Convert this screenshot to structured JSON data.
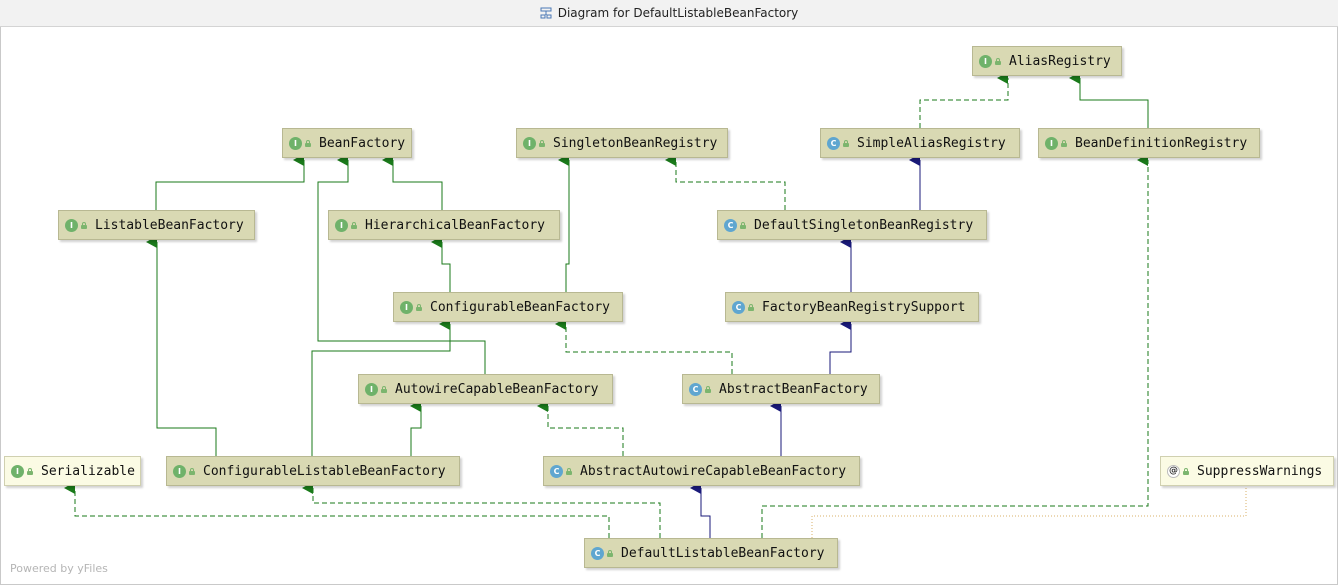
{
  "window": {
    "title": "Diagram for DefaultListableBeanFactory",
    "footer": "Powered by yFiles"
  },
  "colors": {
    "interface_edge": "#1a7a1a",
    "class_edge": "#1a1a7a",
    "dependency_edge": "#d9b06a",
    "node_fill": "#d9d9b3",
    "node_fill_light": "#fbfbe4"
  },
  "nodes": [
    {
      "id": "alias",
      "label": "AliasRegistry",
      "kind": "interface",
      "badge": "I"
    },
    {
      "id": "beanfactory",
      "label": "BeanFactory",
      "kind": "interface",
      "badge": "I"
    },
    {
      "id": "singleton",
      "label": "SingletonBeanRegistry",
      "kind": "interface",
      "badge": "I"
    },
    {
      "id": "simplealias",
      "label": "SimpleAliasRegistry",
      "kind": "class",
      "badge": "C"
    },
    {
      "id": "beandef",
      "label": "BeanDefinitionRegistry",
      "kind": "interface",
      "badge": "I"
    },
    {
      "id": "listable",
      "label": "ListableBeanFactory",
      "kind": "interface",
      "badge": "I"
    },
    {
      "id": "hierarchical",
      "label": "HierarchicalBeanFactory",
      "kind": "interface",
      "badge": "I"
    },
    {
      "id": "defsingleton",
      "label": "DefaultSingletonBeanRegistry",
      "kind": "class",
      "badge": "C"
    },
    {
      "id": "configurable",
      "label": "ConfigurableBeanFactory",
      "kind": "interface",
      "badge": "I"
    },
    {
      "id": "factorybean",
      "label": "FactoryBeanRegistrySupport",
      "kind": "class",
      "badge": "C"
    },
    {
      "id": "autowire",
      "label": "AutowireCapableBeanFactory",
      "kind": "interface",
      "badge": "I"
    },
    {
      "id": "abstractbf",
      "label": "AbstractBeanFactory",
      "kind": "class",
      "badge": "C"
    },
    {
      "id": "serializable",
      "label": "Serializable",
      "kind": "interface",
      "badge": "I"
    },
    {
      "id": "conflistable",
      "label": "ConfigurableListableBeanFactory",
      "kind": "interface",
      "badge": "I"
    },
    {
      "id": "abstractauto",
      "label": "AbstractAutowireCapableBeanFactory",
      "kind": "class",
      "badge": "C"
    },
    {
      "id": "suppress",
      "label": "SuppressWarnings",
      "kind": "annotation",
      "badge": "@"
    },
    {
      "id": "deflistable",
      "label": "DefaultListableBeanFactory",
      "kind": "class",
      "badge": "C"
    }
  ],
  "edges": [
    {
      "from": "simplealias",
      "to": "alias",
      "type": "implements"
    },
    {
      "from": "beandef",
      "to": "alias",
      "type": "extends-interface"
    },
    {
      "from": "listable",
      "to": "beanfactory",
      "type": "extends-interface"
    },
    {
      "from": "hierarchical",
      "to": "beanfactory",
      "type": "extends-interface"
    },
    {
      "from": "autowire",
      "to": "beanfactory",
      "type": "extends-interface"
    },
    {
      "from": "defsingleton",
      "to": "singleton",
      "type": "implements"
    },
    {
      "from": "defsingleton",
      "to": "simplealias",
      "type": "extends-class"
    },
    {
      "from": "configurable",
      "to": "hierarchical",
      "type": "extends-interface"
    },
    {
      "from": "configurable",
      "to": "singleton",
      "type": "extends-interface"
    },
    {
      "from": "factorybean",
      "to": "defsingleton",
      "type": "extends-class"
    },
    {
      "from": "abstractbf",
      "to": "configurable",
      "type": "implements"
    },
    {
      "from": "abstractbf",
      "to": "factorybean",
      "type": "extends-class"
    },
    {
      "from": "conflistable",
      "to": "listable",
      "type": "extends-interface"
    },
    {
      "from": "conflistable",
      "to": "configurable",
      "type": "extends-interface"
    },
    {
      "from": "conflistable",
      "to": "autowire",
      "type": "extends-interface"
    },
    {
      "from": "abstractauto",
      "to": "autowire",
      "type": "implements"
    },
    {
      "from": "abstractauto",
      "to": "abstractbf",
      "type": "extends-class"
    },
    {
      "from": "deflistable",
      "to": "abstractauto",
      "type": "extends-class"
    },
    {
      "from": "deflistable",
      "to": "conflistable",
      "type": "implements"
    },
    {
      "from": "deflistable",
      "to": "serializable",
      "type": "implements"
    },
    {
      "from": "deflistable",
      "to": "beandef",
      "type": "implements"
    },
    {
      "from": "deflistable",
      "to": "suppress",
      "type": "annotated"
    }
  ]
}
